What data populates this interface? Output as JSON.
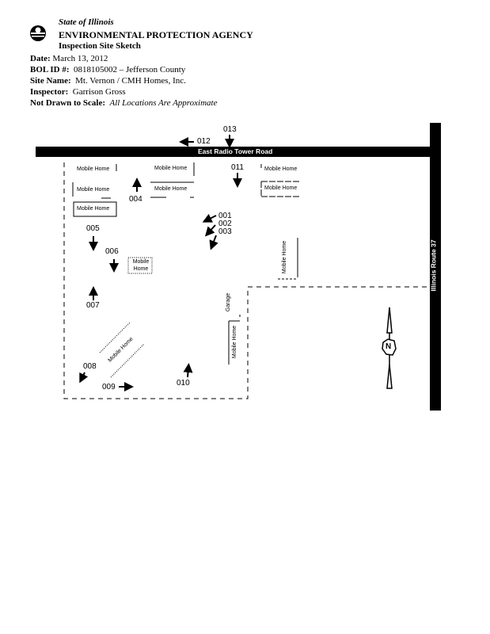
{
  "header": {
    "state": "State of Illinois",
    "agency": "ENVIRONMENTAL PROTECTION AGENCY",
    "doc_title": "Inspection Site Sketch",
    "date_label": "Date:",
    "date_value": "March 13, 2012",
    "bol_label": "BOL ID #:",
    "bol_value": "0818105002 – Jefferson County",
    "site_label": "Site Name:",
    "site_value": "Mt. Vernon / CMH Homes, Inc.",
    "inspector_label": "Inspector:",
    "inspector_value": "Garrison Gross",
    "scale_label": "Not Drawn to Scale:",
    "scale_value": "All Locations Are Approximate"
  },
  "map": {
    "road_horizontal": "East Radio Tower Road",
    "road_vertical": "Illinois Route 37",
    "structures": {
      "mh1": "Mobile Home",
      "mh2": "Mobile Home",
      "mh3": "Mobile Home",
      "mh4": "Mobile Home",
      "mh5": "Mobile Home",
      "mh6": "Mobile Home",
      "mh7": "Mobile Home",
      "mh8": "Mobile Home",
      "mh9": "Mobile Home",
      "mh10": "Mobile Home",
      "mh11": "Mobile Home",
      "garage": "Garage"
    },
    "photo_points": [
      "001",
      "002",
      "003",
      "004",
      "005",
      "006",
      "007",
      "008",
      "009",
      "010",
      "011",
      "012",
      "013"
    ],
    "compass": "N"
  }
}
